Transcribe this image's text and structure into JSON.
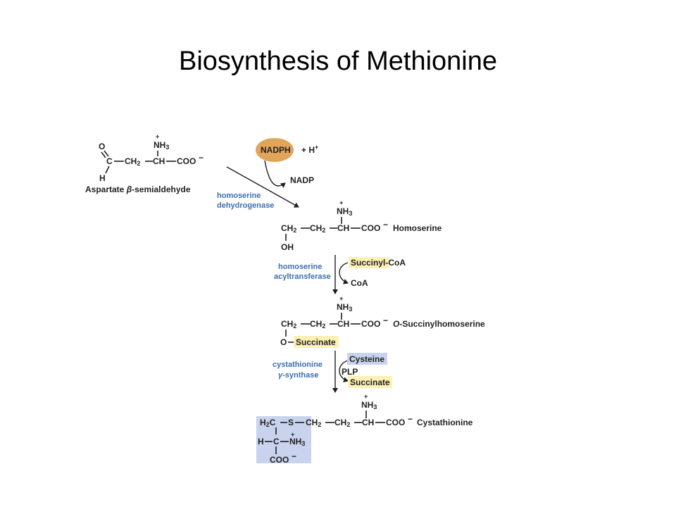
{
  "title": "Biosynthesis of Methionine",
  "colors": {
    "yellow_highlight": "#fdf0b5",
    "blue_highlight": "#c9d3ee",
    "nadph": "#e0a55a",
    "enzyme_text": "#3a6fb0"
  },
  "aspartate": {
    "nh3": "NH",
    "nh3_sub": "3",
    "plus": "+",
    "o": "O",
    "c": "C",
    "ch2": "CH",
    "ch2_sub": "2",
    "ch": "CH",
    "coo": "COO",
    "minus": "−",
    "h": "H",
    "name_prefix": "Aspartate ",
    "name_beta": "β",
    "name_suffix": "-semialdehyde"
  },
  "step1": {
    "enzyme_line1": "homoserine",
    "enzyme_line2": "dehydrogenase",
    "nadph": "NADPH",
    "hplus": "+ H",
    "hplus_sup": "+",
    "nadp": "NADP"
  },
  "homoserine": {
    "nh3": "NH",
    "nh3_sub": "3",
    "plus": "+",
    "ch2a": "CH",
    "ch2a_sub": "2",
    "ch2b": "CH",
    "ch2b_sub": "2",
    "ch": "CH",
    "coo": "COO",
    "minus": "−",
    "oh": "OH",
    "name": "Homoserine"
  },
  "step2": {
    "enzyme_line1": "homoserine",
    "enzyme_line2": "acyltransferase",
    "succinyl": "Succinyl",
    "coa_suffix": "-CoA",
    "coa": "CoA"
  },
  "succinylhomoserine": {
    "nh3": "NH",
    "nh3_sub": "3",
    "plus": "+",
    "ch2a": "CH",
    "ch2a_sub": "2",
    "ch2b": "CH",
    "ch2b_sub": "2",
    "ch": "CH",
    "coo": "COO",
    "minus": "−",
    "o": "O",
    "succinate": "Succinate",
    "name_prefix": "O",
    "name_suffix": "-Succinylhomoserine"
  },
  "step3": {
    "enzyme_line1": "cystathionine",
    "enzyme_line2_gamma": "γ",
    "enzyme_line2": "-synthase",
    "cysteine": "Cysteine",
    "plp": "PLP",
    "succinate": "Succinate"
  },
  "cystathionine": {
    "nh3": "NH",
    "nh3_sub": "3",
    "plus": "+",
    "h2c": "H",
    "h2c_sub": "2",
    "h2c_c": "C",
    "s": "S",
    "ch2a": "CH",
    "ch2a_sub": "2",
    "ch2b": "CH",
    "ch2b_sub": "2",
    "ch": "CH",
    "coo": "COO",
    "minus": "−",
    "h": "H",
    "c": "C",
    "nh3b": "NH",
    "nh3b_sub": "3",
    "plusb": "+",
    "coo2": "COO",
    "minus2": "−",
    "name": "Cystathionine"
  }
}
